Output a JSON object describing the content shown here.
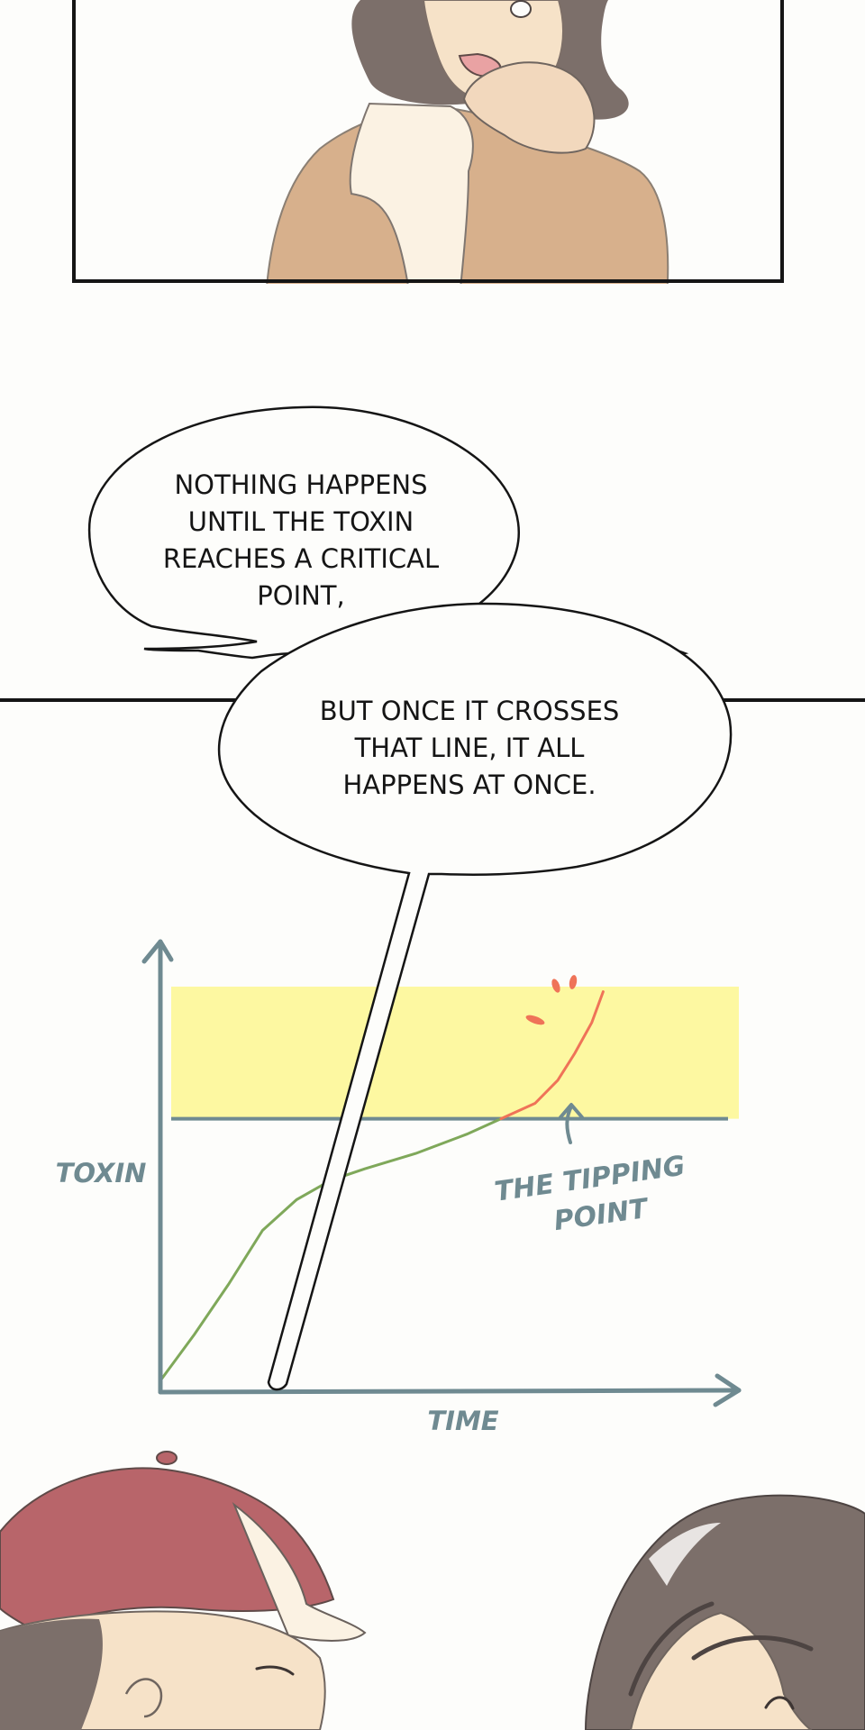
{
  "panels": {
    "top_panel": {
      "character": "woman-with-hand-on-cheek"
    },
    "bottom_panel": {
      "characters": [
        "boy-in-red-cap",
        "dark-haired-person"
      ]
    }
  },
  "bubbles": {
    "first": {
      "lines": [
        "NOTHING HAPPENS",
        "UNTIL THE TOXIN",
        "REACHES A CRITICAL",
        "POINT,"
      ]
    },
    "second": {
      "lines": [
        "BUT ONCE IT CROSSES",
        "THAT LINE, IT ALL",
        "HAPPENS AT ONCE."
      ]
    }
  },
  "colors": {
    "ink": "#151515",
    "chart_axis": "#6f8a91",
    "highlight_zone": "#fdf8a1",
    "below_threshold": "#7fa85a",
    "above_threshold": "#ef7358",
    "cap": "#b8656a",
    "jacket": "#d7b08c",
    "hair": "#7c6f6a"
  },
  "chart_data": {
    "type": "line",
    "xlabel": "TIME",
    "ylabel": "TOXIN",
    "annotation": "THE TIPPING POINT",
    "grid": false,
    "series": [
      {
        "segment": "below-threshold",
        "x": [
          0,
          0.06,
          0.12,
          0.18,
          0.24,
          0.3,
          0.36,
          0.45,
          0.54,
          0.6
        ],
        "y": [
          0.03,
          0.15,
          0.28,
          0.42,
          0.5,
          0.55,
          0.58,
          0.62,
          0.67,
          0.71
        ]
      },
      {
        "segment": "above-threshold",
        "x": [
          0.6,
          0.66,
          0.7,
          0.73,
          0.76,
          0.78
        ],
        "y": [
          0.71,
          0.75,
          0.81,
          0.88,
          0.96,
          1.04
        ]
      }
    ],
    "threshold": 0.71,
    "xlim": [
      0,
      1
    ],
    "ylim": [
      0,
      1.1
    ]
  }
}
